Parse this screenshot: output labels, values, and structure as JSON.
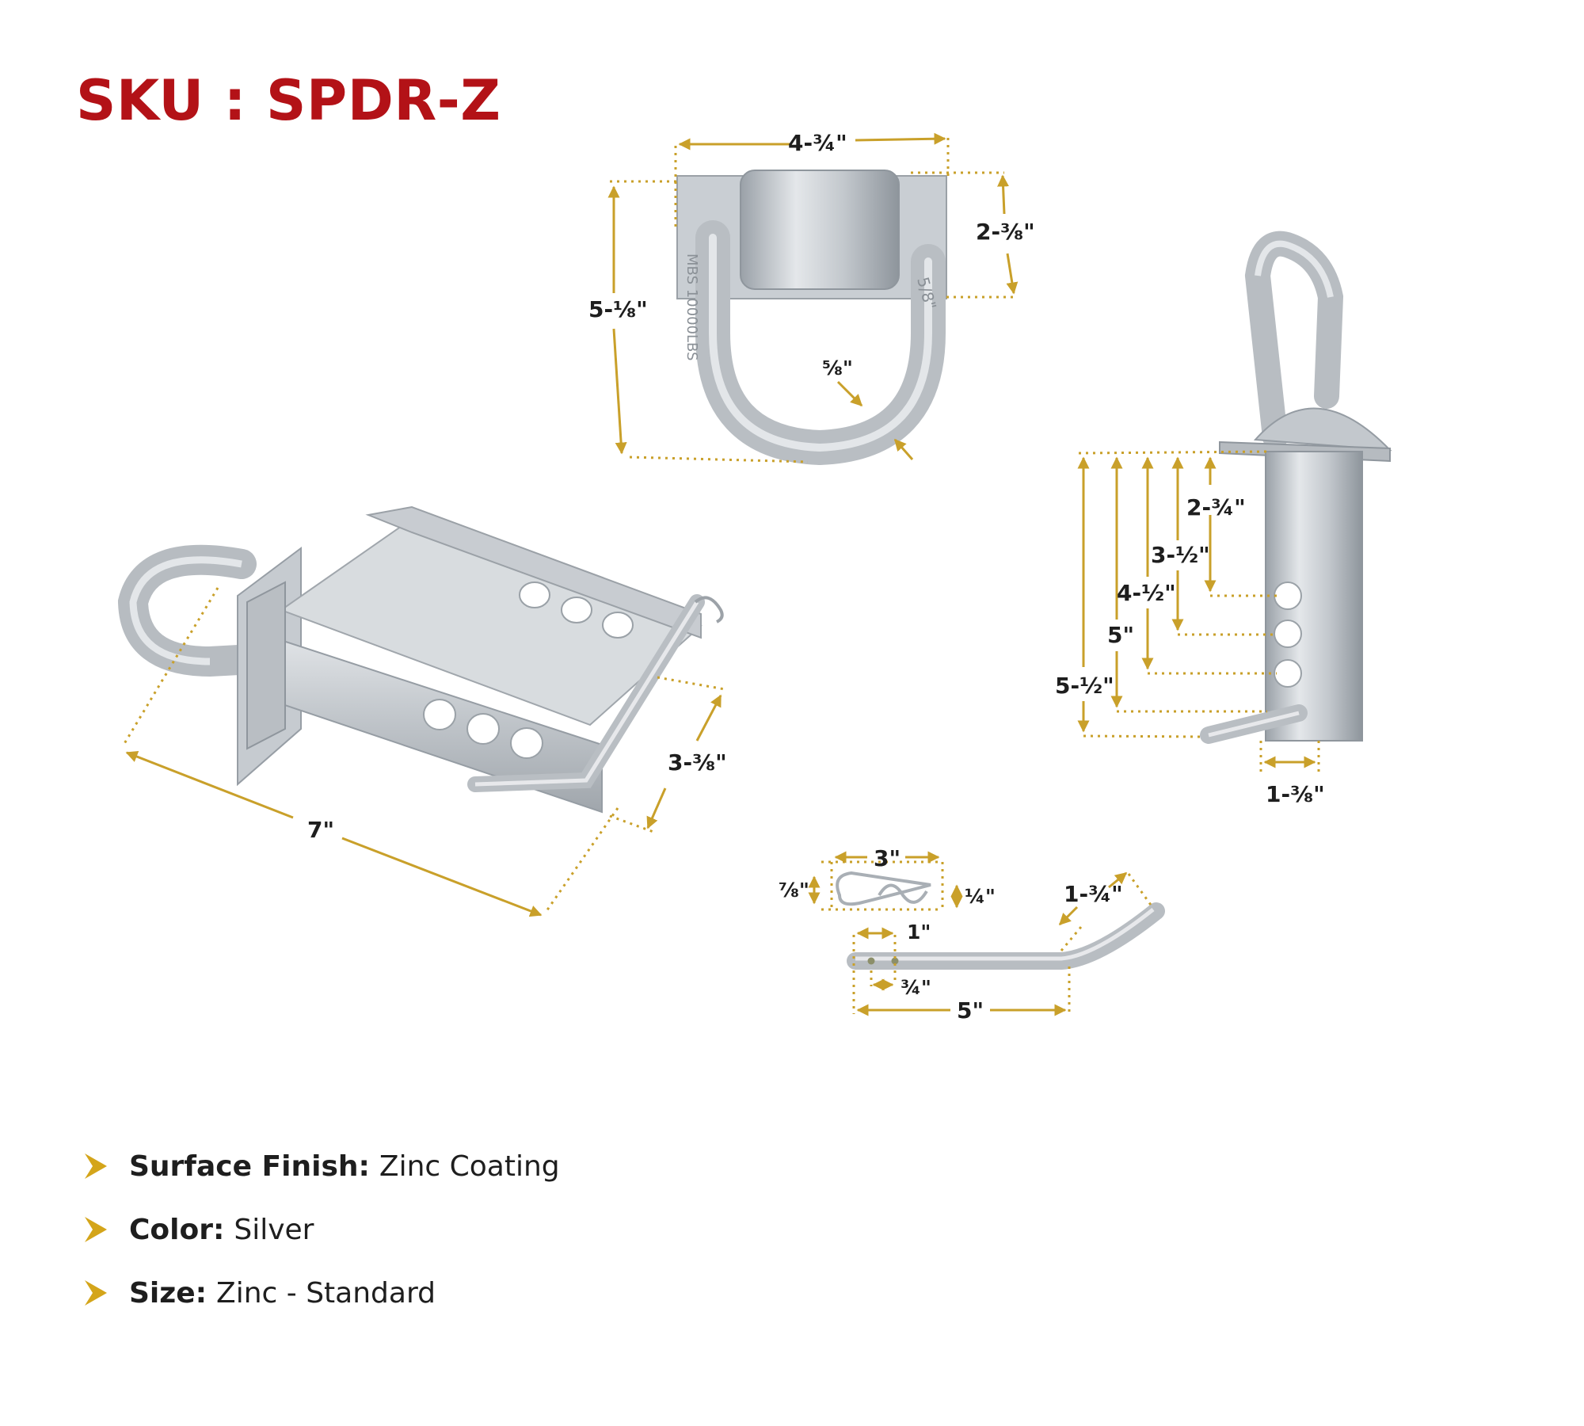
{
  "sku_title": "SKU : SPDR-Z",
  "colors": {
    "sku": "#b31217",
    "dimension_lines": "#c9a02a",
    "metal": "#c9ced3",
    "text": "#1e1e1e"
  },
  "dimensions": {
    "d_ring": {
      "width": "4-¾\"",
      "height": "5-⅛\"",
      "plate_height": "2-⅜\"",
      "ring_thickness": "⅝\"",
      "stamp_rating": "MBS 10000LBS",
      "stamp_size": "5/8\""
    },
    "assembly": {
      "length": "7\"",
      "width": "3-⅜\""
    },
    "side_view": {
      "hole_1": "2-¾\"",
      "hole_2": "3-½\"",
      "hole_3": "4-½\"",
      "hole_4": "5\"",
      "overall": "5-½\"",
      "depth": "1-⅜\""
    },
    "clip": {
      "length": "3\"",
      "height": "⅞\"",
      "wire": "¼\""
    },
    "pin": {
      "bend": "1-¾\"",
      "hole_offset": "1\"",
      "hole_spacing": "¾\"",
      "length": "5\""
    }
  },
  "specs": [
    {
      "label": "Surface Finish:",
      "value": "Zinc Coating",
      "icon": "chevron-right-icon"
    },
    {
      "label": "Color:",
      "value": "Silver",
      "icon": "chevron-right-icon"
    },
    {
      "label": "Size:",
      "value": "Zinc - Standard",
      "icon": "chevron-right-icon"
    }
  ]
}
